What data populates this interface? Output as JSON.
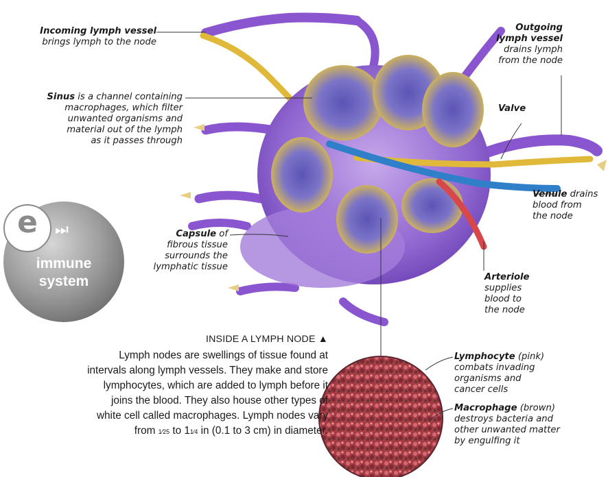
{
  "labels": {
    "incoming": {
      "title": "Incoming lymph vessel",
      "text": "brings lymph to the node"
    },
    "outgoing": {
      "title1": "Outgoing",
      "title2": "lymph vessel",
      "text1": "drains lymph",
      "text2": "from the node"
    },
    "sinus": {
      "title": "Sinus",
      "text1": " is a channel containing",
      "text2": "macrophages, which filter",
      "text3": "unwanted organisms and",
      "text4": "material out of the lymph",
      "text5": "as it passes through"
    },
    "valve": {
      "title": "Valve"
    },
    "venule": {
      "title": "Venule",
      "text1": " drains",
      "text2": "blood from",
      "text3": "the node"
    },
    "capsule": {
      "title": "Capsule",
      "text1": " of",
      "text2": "fibrous tissue",
      "text3": "surrounds the",
      "text4": "lymphatic tissue"
    },
    "arteriole": {
      "title": "Arteriole",
      "text1": "supplies",
      "text2": "blood to",
      "text3": "the node"
    },
    "lymphocyte": {
      "title": "Lymphocyte",
      "title_note": " (pink)",
      "text1": "combats invading",
      "text2": "organisms and",
      "text3": "cancer cells"
    },
    "macrophage": {
      "title": "Macrophage",
      "title_note": " (brown)",
      "text1": "destroys bacteria and",
      "text2": "other unwanted matter",
      "text3": "by engulfing it"
    }
  },
  "badge": {
    "letter": "e",
    "arrows": "⏭",
    "line1": "immune",
    "line2": "system"
  },
  "caption": {
    "heading": "INSIDE A LYMPH NODE ▲",
    "line1": "Lymph nodes are swellings of tissue found at",
    "line2": "intervals along lymph vessels. They make and store",
    "line3": "lymphocytes, which are added to lymph before it",
    "line4": "joins the blood. They also house other types of",
    "line5": "white cell called macrophages. Lymph nodes vary",
    "line6a": "from ",
    "frac1": "1⁄25",
    "line6b": " to 1",
    "frac2": "1⁄4",
    "line6c": " in (0.1 to 3 cm) in diameter."
  },
  "colors": {
    "capsule": "#8a5cc7",
    "vessel": "#8a56cf",
    "lymph": "#e0b93a",
    "venule": "#2f7fc9",
    "arteriole": "#d8474a",
    "badge": "#9a9a9a"
  }
}
